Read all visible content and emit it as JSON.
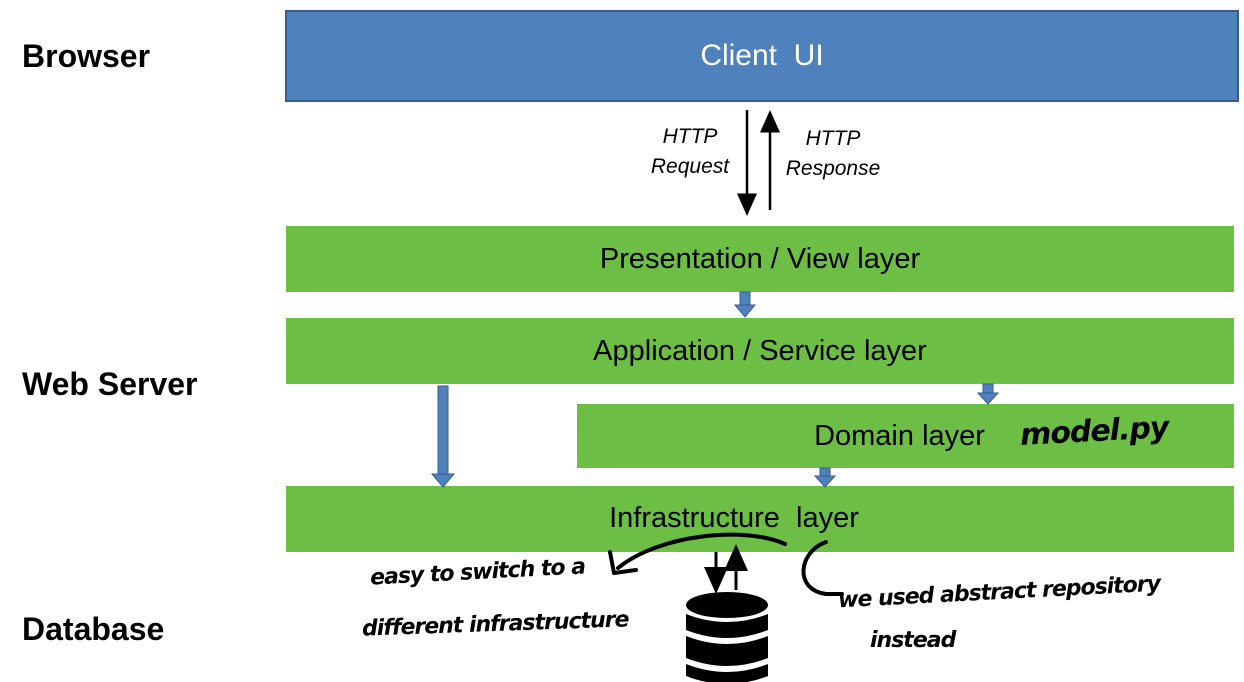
{
  "tiers": {
    "browser": "Browser",
    "web_server": "Web Server",
    "database": "Database"
  },
  "layers": {
    "client_ui": "Client  UI",
    "presentation": "Presentation / View layer",
    "application": "Application / Service layer",
    "domain": "Domain layer",
    "infrastructure": "Infrastructure  layer"
  },
  "http": {
    "request_line1": "HTTP",
    "request_line2": "Request",
    "response_line1": "HTTP",
    "response_line2": "Response"
  },
  "annotations": {
    "model_file": "model.py",
    "easy_line1": "easy to switch to a",
    "easy_line2": "different infrastructure",
    "repo_line1": "we used abstract repository",
    "repo_line2": "instead"
  },
  "colors": {
    "client_fill": "#4f81bd",
    "layer_fill": "#6cbf44",
    "flow_arrow": "#4f81bd"
  }
}
